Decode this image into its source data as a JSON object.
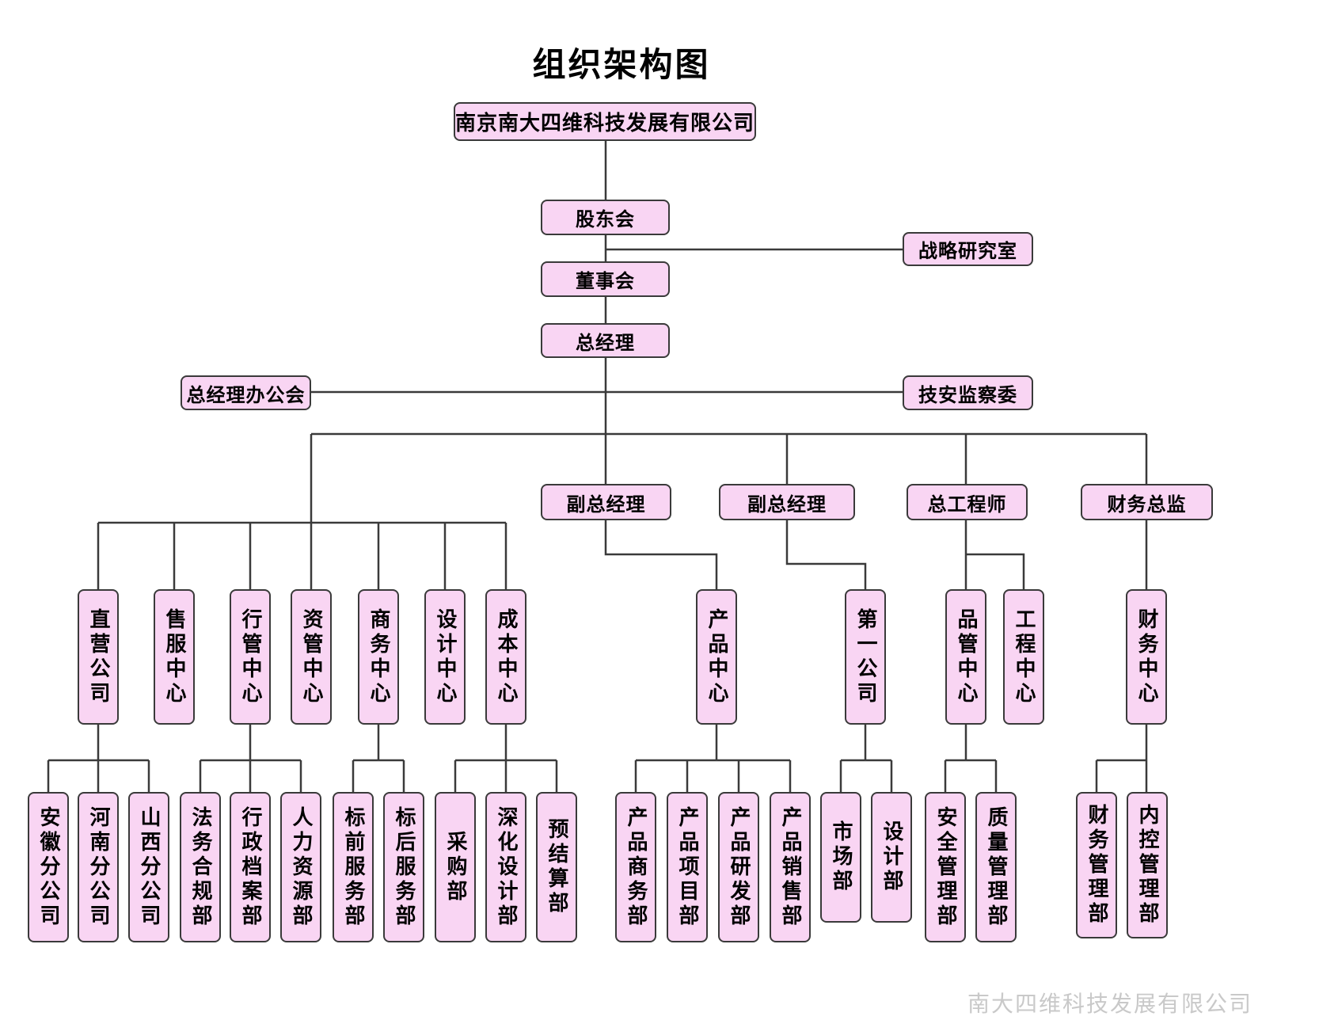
{
  "title": "组织架构图",
  "watermark": "南大四维科技发展有限公司",
  "colors": {
    "box_fill": "#f9d5f3",
    "box_border": "#3a3a3a",
    "line": "#3a3a3a"
  },
  "nodes": {
    "company": "南京南大四维科技发展有限公司",
    "shareholders": "股东会",
    "strategy": "战略研究室",
    "board": "董事会",
    "gm": "总经理",
    "gm_office": "总经理办公会",
    "safety_committee": "技安监察委",
    "deputy_gm1": "副总经理",
    "deputy_gm2": "副总经理",
    "chief_engineer": "总工程师",
    "cfo": "财务总监",
    "centers": {
      "direct_company": "直营公司",
      "service_center": "售服中心",
      "admin_center": "行管中心",
      "asset_center": "资管中心",
      "business_center": "商务中心",
      "design_center": "设计中心",
      "cost_center": "成本中心",
      "product_center": "产品中心",
      "first_company": "第一公司",
      "quality_center": "品管中心",
      "engineering_center": "工程中心",
      "finance_center": "财务中心"
    },
    "departments": {
      "anhui": "安徽分公司",
      "henan": "河南分公司",
      "shanxi": "山西分公司",
      "legal": "法务合规部",
      "archives": "行政档案部",
      "hr": "人力资源部",
      "prebid": "标前服务部",
      "postbid": "标后服务部",
      "procurement": "采购部",
      "detail_design": "深化设计部",
      "budget": "预结算部",
      "product_business": "产品商务部",
      "product_project": "产品项目部",
      "product_rd": "产品研发部",
      "product_sales": "产品销售部",
      "marketing": "市场部",
      "design_dept": "设计部",
      "safety_mgmt": "安全管理部",
      "quality_mgmt": "质量管理部",
      "finance_mgmt": "财务管理部",
      "internal_control": "内控管理部"
    }
  }
}
